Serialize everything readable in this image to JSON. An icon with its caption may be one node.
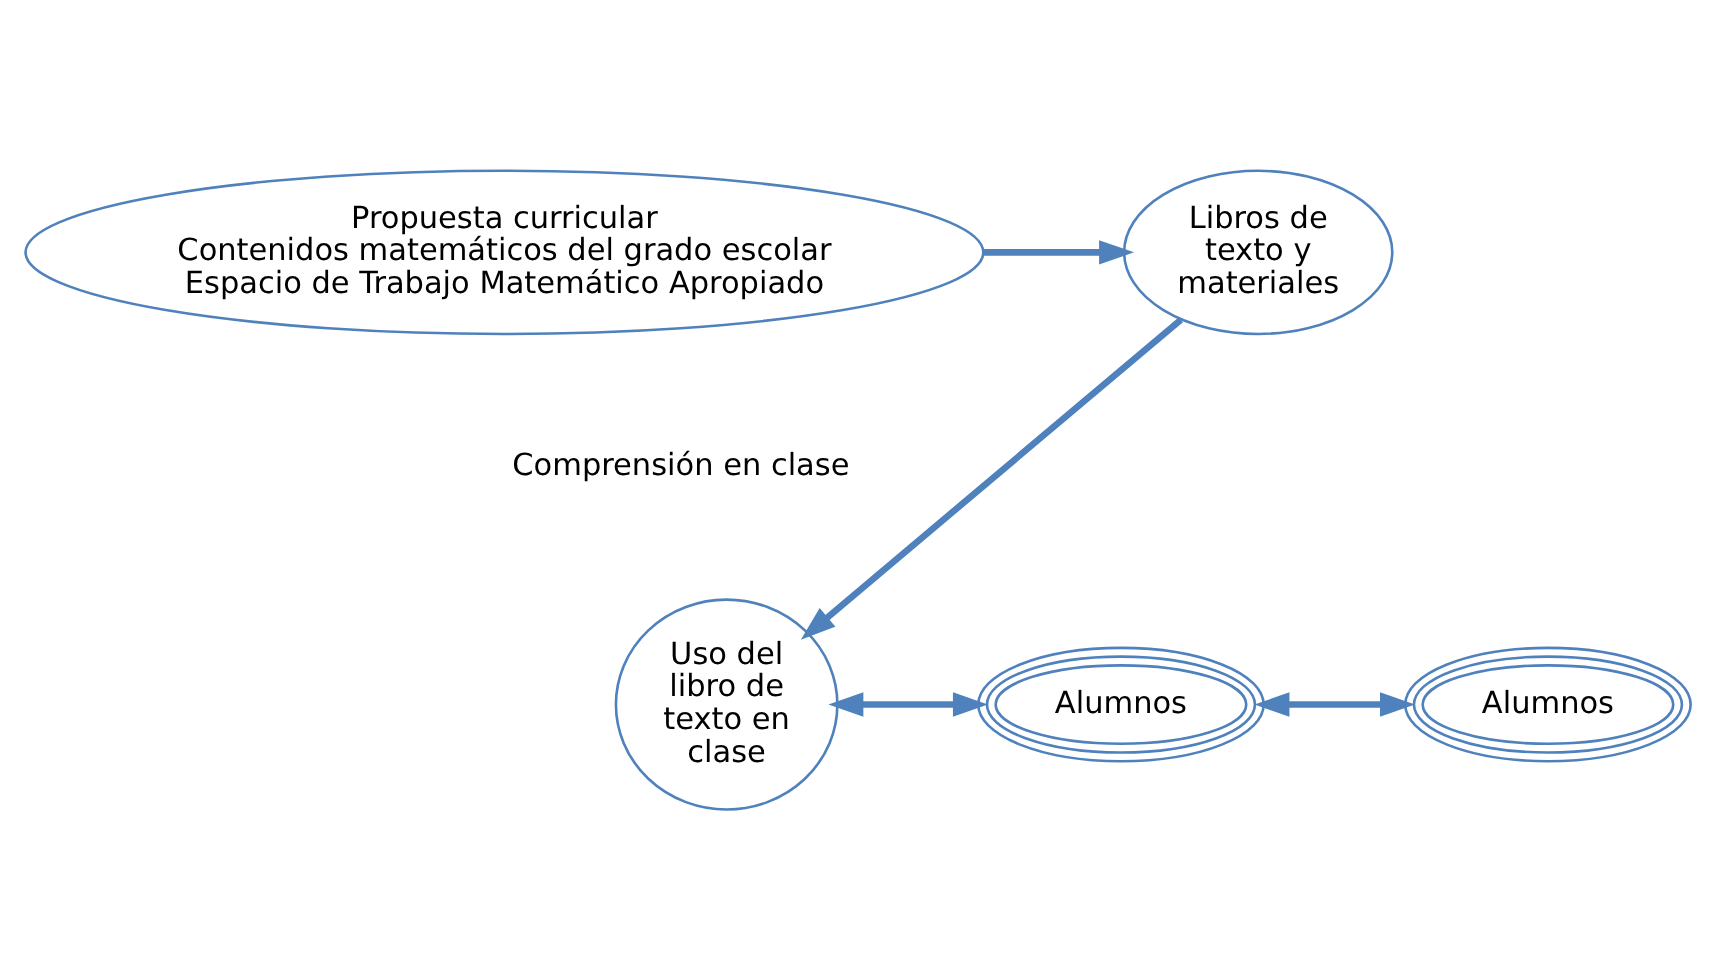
{
  "diagram": {
    "nodes": [
      {
        "text": [
          "Libros de texto y materiales"
        ]
      },
      {
        "text": [
          "Propuesta curricular",
          "Contenidos matemáticos del grado escolar",
          "Espacio de Trabajo Matemático Apropiado"
        ]
      },
      {
        "text": [
          "Uso del libro de texto en clase"
        ]
      },
      {
        "text": [
          "Alumnos"
        ]
      },
      {
        "text": [
          "Alumnos"
        ]
      }
    ],
    "edges": [
      {
        "from": 1,
        "to": 0,
        "arrow": "to"
      },
      {
        "from": 0,
        "to": 2,
        "arrow": "to"
      },
      {
        "from": 2,
        "to": 3,
        "arrow": "both"
      },
      {
        "from": 3,
        "to": 4,
        "arrow": "both"
      }
    ],
    "labels": [
      "Comprensión en clase"
    ]
  }
}
